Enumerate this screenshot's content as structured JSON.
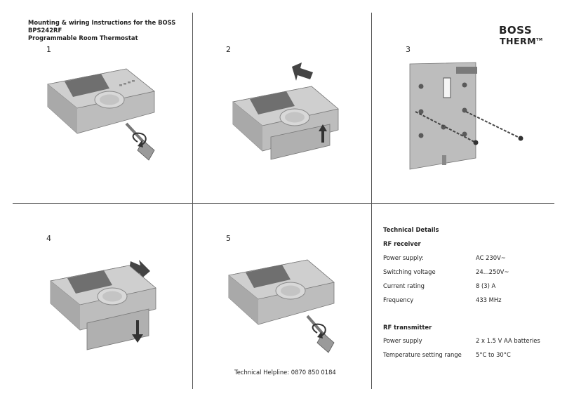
{
  "document": {
    "title_line1": "Mounting & wiring Instructions for the BOSS BPS242RF",
    "title_line2": "Programmable Room Thermostat",
    "logo_line1": "BOSS",
    "logo_line2": "THERM",
    "logo_tm": "TM",
    "steps": [
      "1",
      "2",
      "3",
      "4",
      "5"
    ],
    "helpline": "Technical Helpline: 0870 850 0184"
  },
  "technical": {
    "heading": "Technical Details",
    "receiver": {
      "heading": "RF receiver",
      "rows": [
        {
          "label": "Power supply:",
          "value": "AC 230V~"
        },
        {
          "label": "Switching voltage",
          "value": "24...250V~"
        },
        {
          "label": "Current rating",
          "value": "8 (3) A"
        },
        {
          "label": "Frequency",
          "value": "433 MHz"
        }
      ]
    },
    "transmitter": {
      "heading": "RF transmitter",
      "rows": [
        {
          "label": "Power supply",
          "value": "2 x 1.5 V AA batteries"
        },
        {
          "label": "Temperature setting range",
          "value": "5°C to 30°C"
        }
      ]
    }
  }
}
